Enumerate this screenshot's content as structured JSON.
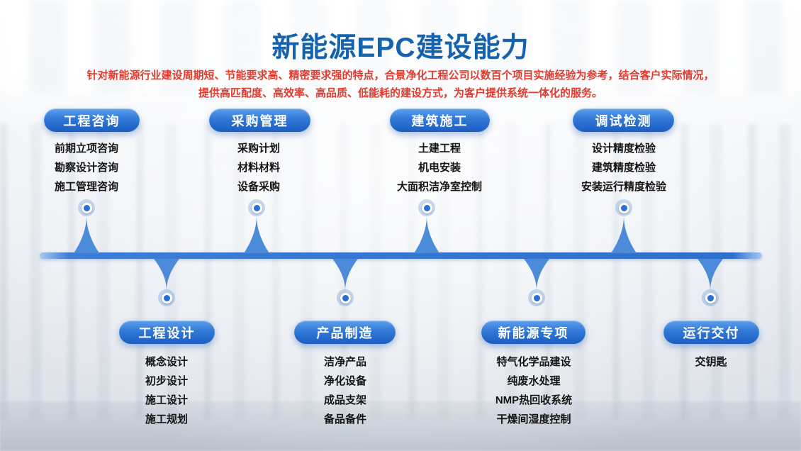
{
  "slide": {
    "title": "新能源EPC建设能力",
    "subtitle": [
      "针对新能源行业建设周期短、节能要求高、精密要求强的特点，合景净化工程公司以数百个项目实施经验为参考，结合客户实际情况，",
      "提供高匹配度、高效率、高品质、低能耗的建设方式，为客户提供系统一体化的服务。"
    ]
  },
  "phases": {
    "top": [
      {
        "label": "工程咨询",
        "points": [
          "前期立项咨询",
          "勘察设计咨询",
          "施工管理咨询"
        ]
      },
      {
        "label": "采购管理",
        "points": [
          "采购计划",
          "材料材料",
          "设备采购"
        ]
      },
      {
        "label": "建筑施工",
        "points": [
          "土建工程",
          "机电安装",
          "大面积洁净室控制"
        ]
      },
      {
        "label": "调试检测",
        "points": [
          "设计精度检验",
          "建筑精度检验",
          "安装运行精度检验"
        ]
      }
    ],
    "bottom": [
      {
        "label": "工程设计",
        "points": [
          "概念设计",
          "初步设计",
          "施工设计",
          "施工规划"
        ]
      },
      {
        "label": "产品制造",
        "points": [
          "洁净产品",
          "净化设备",
          "成品支架",
          "备品备件"
        ]
      },
      {
        "label": "新能源专项",
        "points": [
          "特气化学品建设",
          "纯废水处理",
          "NMP热回收系统",
          "干燥间湿度控制"
        ]
      },
      {
        "label": "运行交付",
        "points": [
          "交钥匙"
        ]
      }
    ]
  },
  "colors": {
    "title_blue": "#1563ae",
    "subtitle_red": "#e23a2c",
    "pill_blue_start": "#5da0ec",
    "pill_blue_end": "#1c5ec2",
    "timeline_blue": "#2e6fce",
    "node_blue": "#2a6fd0"
  }
}
